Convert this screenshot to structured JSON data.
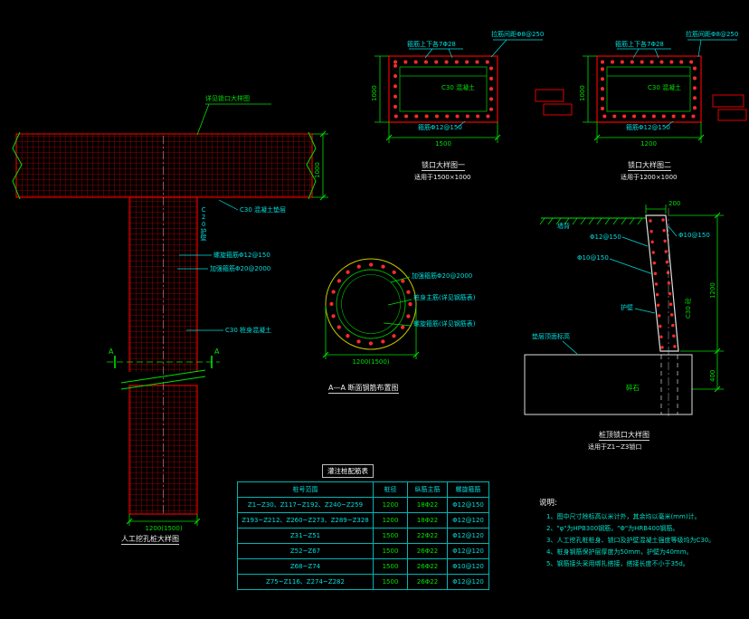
{
  "colors": {
    "background": "#000000",
    "rebar_red": "#ff2a2a",
    "outline_red": "#e00000",
    "dimension_green": "#00e000",
    "annotation_cyan": "#00dede",
    "text_white": "#efefef",
    "circle_yellow": "#c8c800"
  },
  "t_pile": {
    "leader_note": "详见锁口大样图",
    "dim_height": "1000",
    "wall_label": "C20护壁",
    "labels": [
      "C30 混凝土垫层",
      "螺旋箍筋Φ12@150",
      "加强箍筋Φ20@2000",
      "C30 桩身混凝土"
    ],
    "section_letter": "A",
    "dim_width": "1200(1500)",
    "caption": "人工挖孔桩大样图"
  },
  "collar1": {
    "ann_top1": "箍筋上下各7Φ28",
    "ann_top2": "拉筋间距Φ8@250",
    "concrete": "C30 混凝土",
    "ann_bottom": "箍筋Φ12@150",
    "dim_width": "1500",
    "dim_height": "1000",
    "caption": "锁口大样图一",
    "subcaption": "适用于1500×1000"
  },
  "collar2": {
    "ann_top1": "箍筋上下各7Φ28",
    "ann_top2": "拉筋间距Φ8@250",
    "concrete": "C30 混凝土",
    "ann_bottom": "箍筋Φ12@150",
    "dim_width": "1200",
    "dim_height": "1000",
    "caption": "锁口大样图二",
    "subcaption": "适用于1200×1000"
  },
  "section_aa": {
    "ann1": "加强箍筋Φ20@2000",
    "ann2": "桩身主筋(详见钢筋表)",
    "ann3": "螺旋箍筋(详见钢筋表)",
    "dim_width": "1200(1500)",
    "caption": "A—A 断面钢筋布置图"
  },
  "wall": {
    "ground_label": "墙背",
    "dim_top": "200",
    "ann_left1": "Φ12@150",
    "ann_left2": "Φ10@150",
    "ann_right": "Φ10@150",
    "concrete_label": "C30 砼",
    "wall_label": "护壁",
    "slab_note": "垫层顶面标高",
    "fill_label": "碎石",
    "dim_right_upper": "1200",
    "dim_right_lower": "400",
    "caption": "桩顶锁口大样图",
    "subcaption": "适用于Z1~Z3锁口"
  },
  "table": {
    "title": "灌注桩配筋表",
    "headers": [
      "桩号范围",
      "桩径",
      "纵筋主筋",
      "螺旋箍筋"
    ],
    "rows": [
      [
        "Z1~Z30、Z117~Z192、Z240~Z259",
        "1200",
        "18Φ22",
        "Φ12@150"
      ],
      [
        "Z193~Z212、Z260~Z273、Z289~Z328",
        "1200",
        "18Φ22",
        "Φ12@120"
      ],
      [
        "Z31~Z51",
        "1500",
        "22Φ22",
        "Φ12@120"
      ],
      [
        "Z52~Z67",
        "1500",
        "26Φ22",
        "Φ12@120"
      ],
      [
        "Z68~Z74",
        "1500",
        "26Φ22",
        "Φ10@120"
      ],
      [
        "Z75~Z116、Z274~Z282",
        "1500",
        "26Φ22",
        "Φ12@120"
      ]
    ]
  },
  "notes": {
    "title": "说明:",
    "items": [
      "1、图中尺寸除标高以米计外，其余均以毫米(mm)计。",
      "2、\"φ\"为HPB300钢筋，\"Φ\"为HRB400钢筋。",
      "3、人工挖孔桩桩身、锁口及护壁混凝土强度等级均为C30。",
      "4、桩身钢筋保护层厚度为50mm，护壁为40mm。",
      "5、钢筋接头采用绑扎搭接，搭接长度不小于35d。"
    ]
  }
}
